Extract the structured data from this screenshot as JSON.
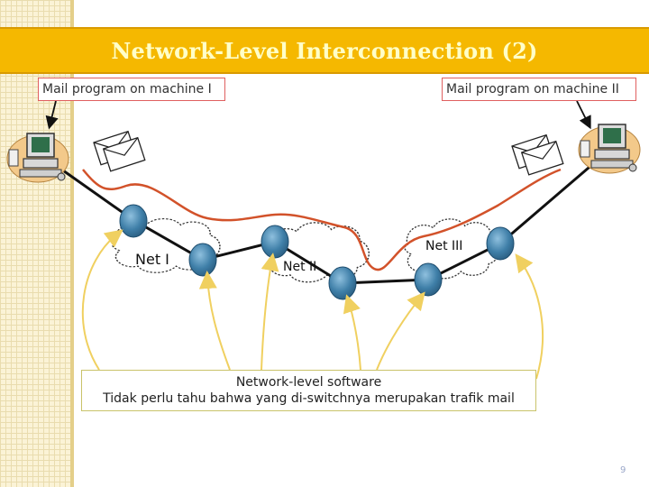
{
  "title": "Network-Level Interconnection (2)",
  "mail_labels": {
    "machine1": "Mail program on machine I",
    "machine2": "Mail program on machine II"
  },
  "networks": {
    "net1": "Net I",
    "net2": "Net II",
    "net3": "Net III"
  },
  "bottom_note": {
    "line1": "Network-level software",
    "line2": "Tidak perlu tahu bahwa yang di-switchnya merupakan trafik mail"
  },
  "page_number": "9",
  "colors": {
    "title_band": "#f5b800",
    "title_text": "#ffffc8",
    "mail_path": "#d2522a",
    "router": "#3f7fa8",
    "yellow_arrow": "#f0d060",
    "label_border": "#e06060"
  },
  "icons": [
    "computer-icon",
    "envelope-icon",
    "router-icon",
    "cloud-icon"
  ]
}
